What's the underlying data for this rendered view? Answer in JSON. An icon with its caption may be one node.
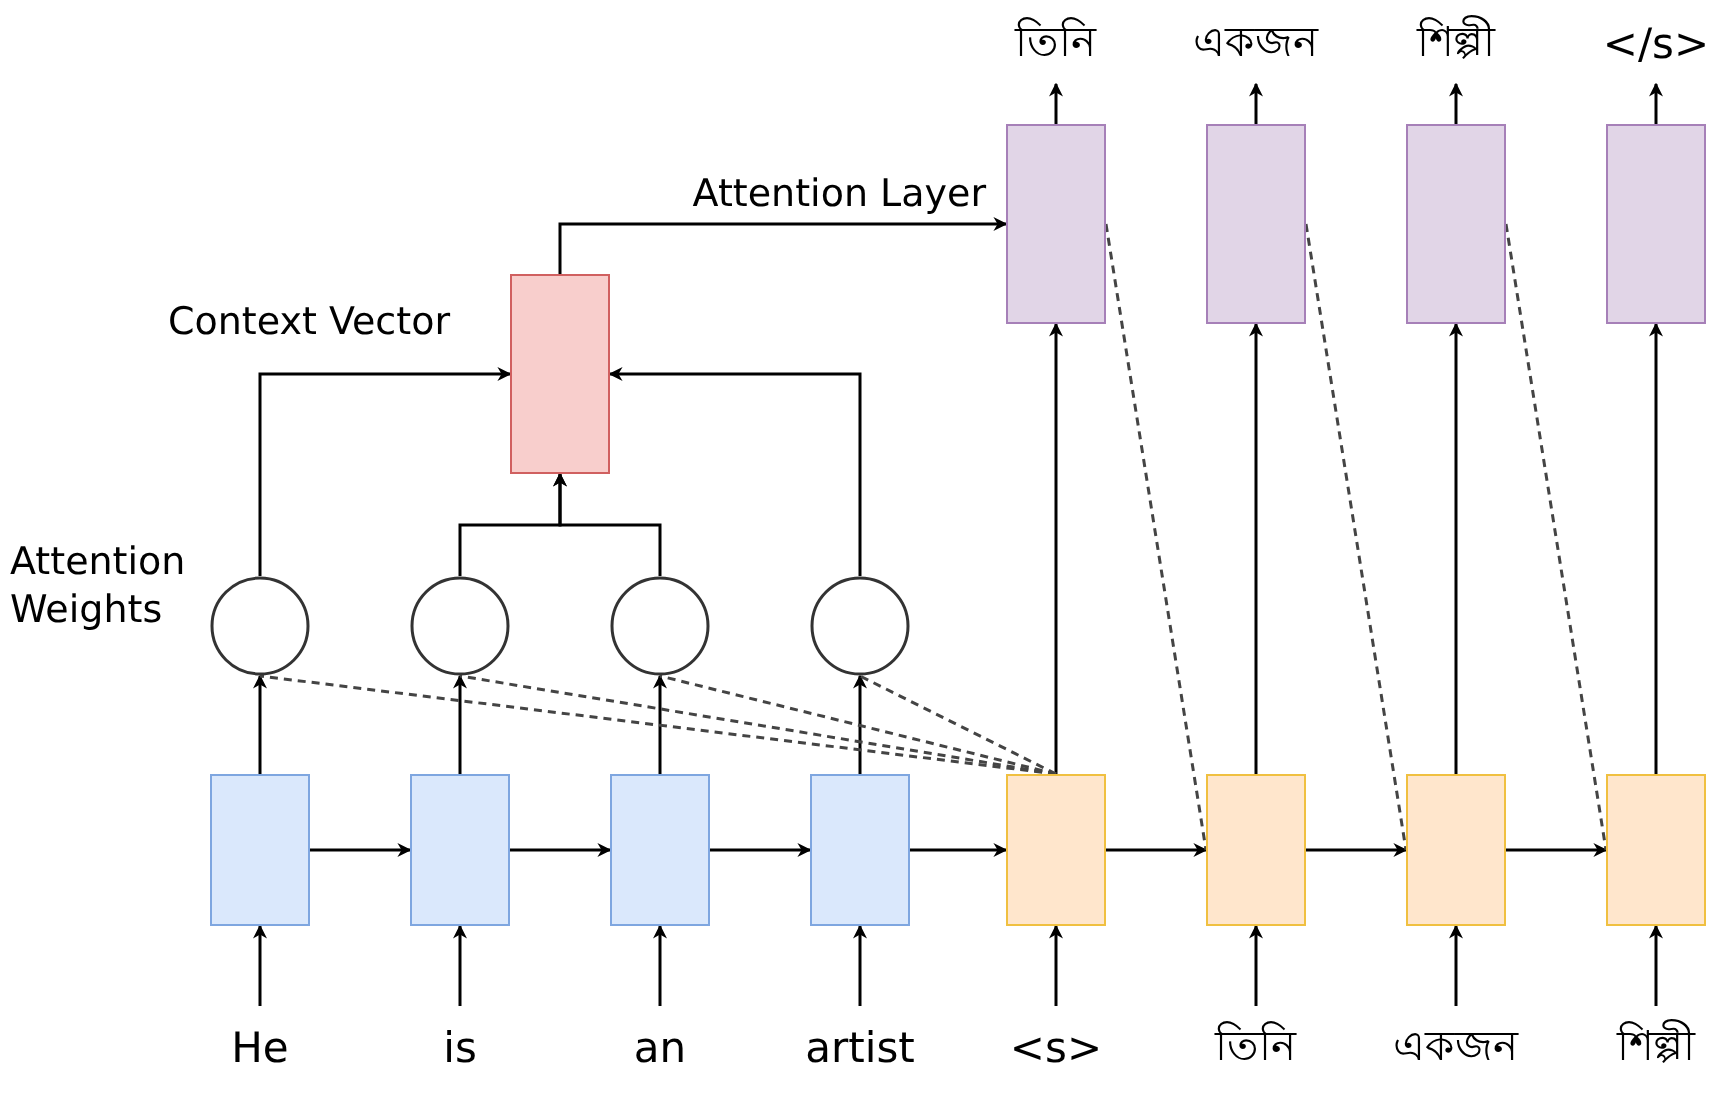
{
  "diagram": {
    "nodes": [
      {
        "text": [
          "তিনি"
        ]
      },
      {
        "text": [
          "একজন"
        ]
      },
      {
        "text": [
          "শিল্পী"
        ]
      },
      {
        "text": [
          "</s>"
        ]
      },
      {
        "text": [],
        "shape": "box"
      },
      {
        "text": [],
        "shape": "box"
      },
      {
        "text": [],
        "shape": "box"
      },
      {
        "text": [],
        "shape": "box"
      },
      {
        "text": [],
        "shape": "box",
        "beside": [
          "Context Vector"
        ]
      },
      {
        "text": [],
        "shape": "circle",
        "beside": [
          "Attention Weights"
        ]
      },
      {
        "text": [],
        "shape": "circle"
      },
      {
        "text": [],
        "shape": "circle"
      },
      {
        "text": [],
        "shape": "circle"
      },
      {
        "text": [],
        "shape": "box"
      },
      {
        "text": [],
        "shape": "box"
      },
      {
        "text": [],
        "shape": "box"
      },
      {
        "text": [],
        "shape": "box"
      },
      {
        "text": [],
        "shape": "box"
      },
      {
        "text": [],
        "shape": "box"
      },
      {
        "text": [],
        "shape": "box"
      },
      {
        "text": [],
        "shape": "box"
      },
      {
        "text": [
          "He"
        ]
      },
      {
        "text": [
          "is"
        ]
      },
      {
        "text": [
          "an"
        ]
      },
      {
        "text": [
          "artist"
        ]
      },
      {
        "text": [
          "<s>"
        ]
      },
      {
        "text": [
          "তিনি"
        ]
      },
      {
        "text": [
          "একজন"
        ]
      },
      {
        "text": [
          "শিল্পী"
        ]
      }
    ],
    "edges": [
      {
        "from": 4,
        "to": 0,
        "arrow": "to"
      },
      {
        "from": 5,
        "to": 1,
        "arrow": "to"
      },
      {
        "from": 6,
        "to": 2,
        "arrow": "to"
      },
      {
        "from": 7,
        "to": 3,
        "arrow": "to"
      },
      {
        "from": 8,
        "to": 4,
        "arrow": "to",
        "label": "Attention Layer"
      },
      {
        "from": 9,
        "to": 8,
        "arrow": "to"
      },
      {
        "from": 10,
        "to": 8,
        "arrow": "to"
      },
      {
        "from": 11,
        "to": 8,
        "arrow": "to"
      },
      {
        "from": 12,
        "to": 8,
        "arrow": "to"
      },
      {
        "from": 13,
        "to": 9,
        "arrow": "to"
      },
      {
        "from": 14,
        "to": 10,
        "arrow": "to"
      },
      {
        "from": 15,
        "to": 11,
        "arrow": "to"
      },
      {
        "from": 16,
        "to": 12,
        "arrow": "to"
      },
      {
        "from": 17,
        "to": 4,
        "arrow": "to"
      },
      {
        "from": 18,
        "to": 5,
        "arrow": "to"
      },
      {
        "from": 19,
        "to": 6,
        "arrow": "to"
      },
      {
        "from": 20,
        "to": 7,
        "arrow": "to"
      },
      {
        "from": 13,
        "to": 14,
        "arrow": "to"
      },
      {
        "from": 14,
        "to": 15,
        "arrow": "to"
      },
      {
        "from": 15,
        "to": 16,
        "arrow": "to"
      },
      {
        "from": 16,
        "to": 17,
        "arrow": "to"
      },
      {
        "from": 17,
        "to": 18,
        "arrow": "to"
      },
      {
        "from": 18,
        "to": 19,
        "arrow": "to"
      },
      {
        "from": 19,
        "to": 20,
        "arrow": "to"
      },
      {
        "from": 17,
        "to": 9,
        "arrow": "none",
        "style": "dashed"
      },
      {
        "from": 17,
        "to": 10,
        "arrow": "none",
        "style": "dashed"
      },
      {
        "from": 17,
        "to": 11,
        "arrow": "none",
        "style": "dashed"
      },
      {
        "from": 17,
        "to": 12,
        "arrow": "none",
        "style": "dashed"
      },
      {
        "from": 4,
        "to": 18,
        "arrow": "none",
        "style": "dashed"
      },
      {
        "from": 5,
        "to": 19,
        "arrow": "none",
        "style": "dashed"
      },
      {
        "from": 6,
        "to": 20,
        "arrow": "none",
        "style": "dashed"
      },
      {
        "from": 21,
        "to": 13,
        "arrow": "to"
      },
      {
        "from": 22,
        "to": 14,
        "arrow": "to"
      },
      {
        "from": 23,
        "to": 15,
        "arrow": "to"
      },
      {
        "from": 24,
        "to": 16,
        "arrow": "to"
      },
      {
        "from": 25,
        "to": 17,
        "arrow": "to"
      },
      {
        "from": 26,
        "to": 18,
        "arrow": "to"
      },
      {
        "from": 27,
        "to": 19,
        "arrow": "to"
      },
      {
        "from": 28,
        "to": 20,
        "arrow": "to"
      }
    ]
  }
}
